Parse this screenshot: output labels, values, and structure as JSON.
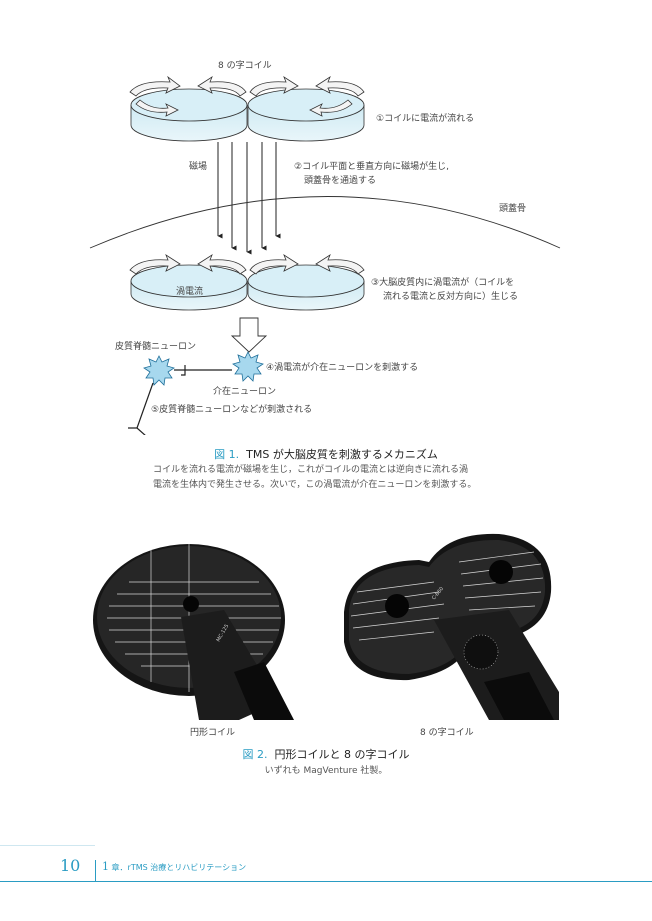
{
  "figure1": {
    "labels": {
      "coil_title": "8 の字コイル",
      "step1": "①コイルに電流が流れる",
      "magnetic_field": "磁場",
      "step2_line1": "②コイル平面と垂直方向に磁場が生じ,",
      "step2_line2": "頭蓋骨を通過する",
      "skull": "頭蓋骨",
      "eddy": "渦電流",
      "step3_line1": "③大脳皮質内に渦電流が（コイルを",
      "step3_line2": "流れる電流と反対方向に）生じる",
      "pyramidal_neuron": "皮質脊髄ニューロン",
      "step4": "④渦電流が介在ニューロンを刺激する",
      "interneuron": "介在ニューロン",
      "step5": "⑤皮質脊髄ニューロンなどが刺激される"
    },
    "title_num": "図 1.",
    "title_text": "TMS が大脳皮質を刺激するメカニズム",
    "caption_line1": "コイルを流れる電流が磁場を生じ，これがコイルの電流とは逆向きに流れる渦",
    "caption_line2": "電流を生体内で発生させる。次いで，この渦電流が介在ニューロンを刺激する。"
  },
  "figure2": {
    "left_label": "円形コイル",
    "right_label": "8 の字コイル",
    "left_marking": "MC-125",
    "right_marking": "C-B60",
    "title_num": "図 2.",
    "title_text": "円形コイルと 8 の字コイル",
    "caption": "いずれも MagVenture 社製。"
  },
  "footer": {
    "page_number": "10",
    "chapter_num": "1",
    "chapter_text": "章．rTMS 治療とリハビリテーション"
  }
}
